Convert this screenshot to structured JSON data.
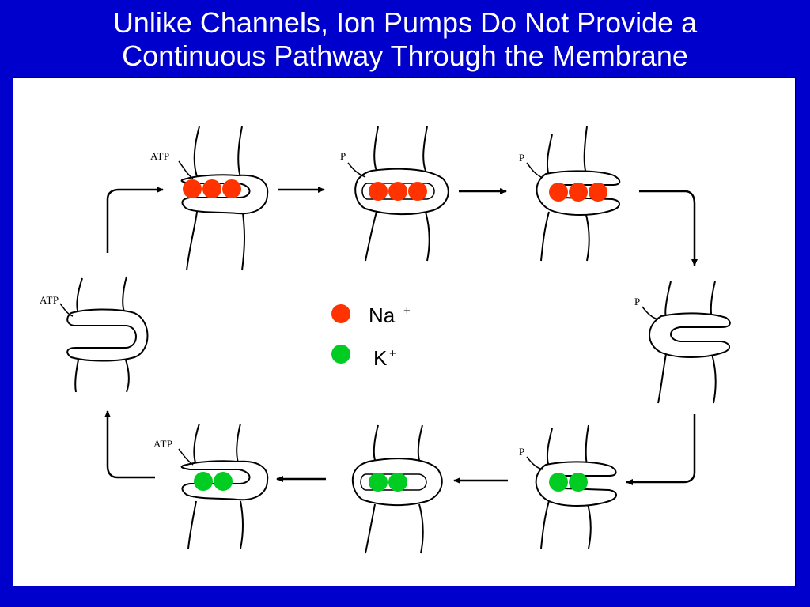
{
  "slide": {
    "title_line1": "Unlike Channels, Ion Pumps Do Not Provide a",
    "title_line2": "Continuous Pathway Through the Membrane"
  },
  "colors": {
    "background": "#0000cc",
    "title": "#ffffff",
    "sodium": "#ff3300",
    "potassium": "#00cc22"
  },
  "states": [
    {
      "label": "ATP",
      "ions": "Na+",
      "count": 3
    },
    {
      "label": "P",
      "ions": "Na+",
      "count": 3
    },
    {
      "label": "P",
      "ions": "Na+",
      "count": 3
    },
    {
      "label": "P",
      "ions": "",
      "count": 0
    },
    {
      "label": "P",
      "ions": "K+",
      "count": 2
    },
    {
      "label": "",
      "ions": "K+",
      "count": 2
    },
    {
      "label": "ATP",
      "ions": "K+",
      "count": 2
    },
    {
      "label": "ATP",
      "ions": "",
      "count": 0
    }
  ],
  "legend": {
    "sodium": {
      "base": "Na",
      "sup": "+"
    },
    "potassium": {
      "base": "K",
      "sup": "+"
    }
  }
}
